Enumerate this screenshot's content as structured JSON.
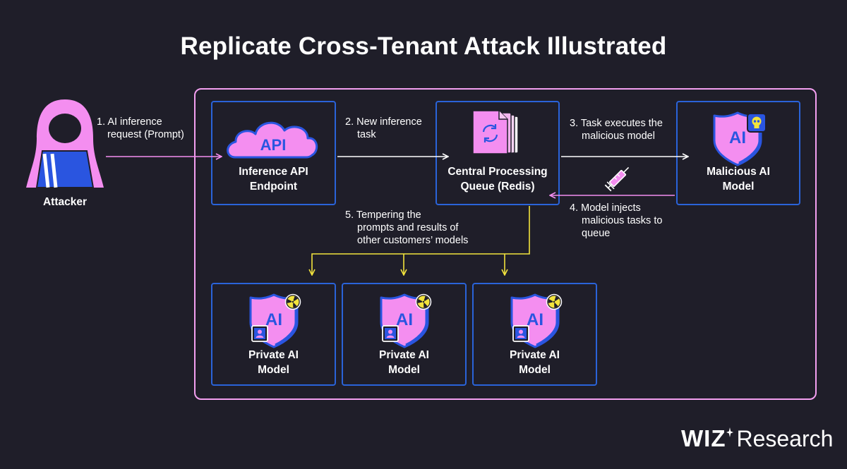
{
  "title": "Replicate Cross-Tenant Attack Illustrated",
  "attacker": {
    "label": "Attacker"
  },
  "steps": {
    "s1": [
      "1. AI inference",
      "request (Prompt)"
    ],
    "s2": [
      "2. New inference",
      "task"
    ],
    "s3": [
      "3. Task executes the",
      "malicious model"
    ],
    "s4": [
      "4. Model injects",
      "malicious tasks to",
      "queue"
    ],
    "s5": [
      "5. Tempering the",
      "prompts and results of",
      "other customers’ models"
    ]
  },
  "nodes": {
    "api": {
      "icon_text": "API",
      "label": [
        "Inference API",
        "Endpoint"
      ]
    },
    "queue": {
      "label": [
        "Central Processing",
        "Queue (Redis)"
      ]
    },
    "malicious": {
      "icon_text": "AI",
      "label": [
        "Malicious AI",
        "Model"
      ]
    },
    "private": [
      {
        "icon_text": "AI",
        "label": [
          "Private AI",
          "Model"
        ]
      },
      {
        "icon_text": "AI",
        "label": [
          "Private AI",
          "Model"
        ]
      },
      {
        "icon_text": "AI",
        "label": [
          "Private AI",
          "Model"
        ]
      }
    ]
  },
  "brand": {
    "wiz": "WIZ",
    "research": "Research"
  },
  "colors": {
    "background": "#1f1e29",
    "frame": "#f39ff0",
    "box_border": "#2a63d9",
    "pink": "#f48ef0",
    "blue": "#2a55e0",
    "yellow_arrow": "#f2e33d"
  },
  "icons": [
    "hacker-icon",
    "cloud-api-icon",
    "document-stack-sync-icon",
    "shield-ai-icon",
    "skull-badge-icon",
    "syringe-icon",
    "radioactive-badge-icon",
    "user-badge-icon"
  ]
}
